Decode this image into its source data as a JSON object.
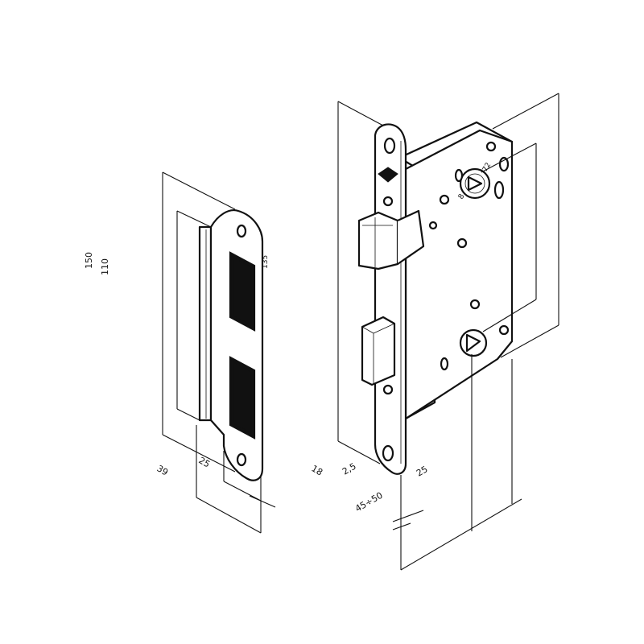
{
  "dimensions": {
    "height_150": "150",
    "height_110": "110",
    "faceplate_135": "135",
    "strike_width_39": "39",
    "strike_depth_25": "25",
    "face_width_18": "18",
    "face_thickness_2_5": "2,5",
    "backset_range": "45÷50",
    "backset_25": "25",
    "spindle_8": "8",
    "spindle_72": "72"
  }
}
